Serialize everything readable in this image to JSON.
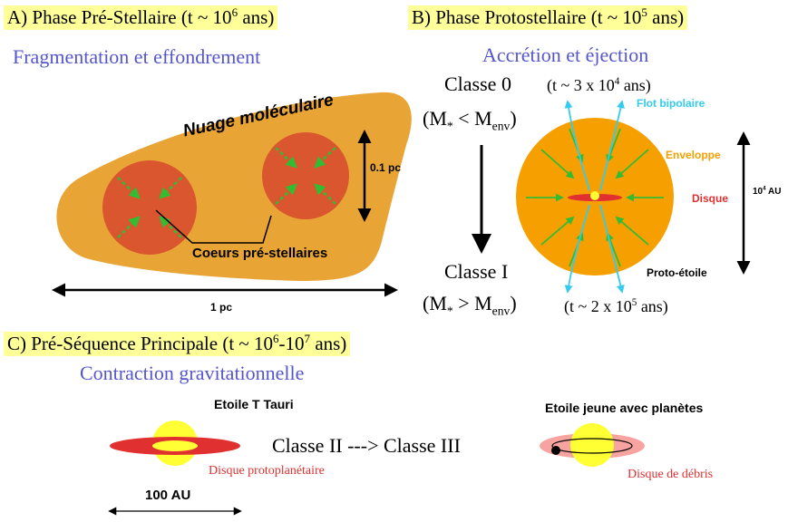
{
  "panel_a": {
    "title_pre": "A) Phase Pré-Stellaire (t  ~ 10",
    "title_exp": "6",
    "title_post": " ans)",
    "subtitle": "Fragmentation et effondrement",
    "cloud_label": "Nuage moléculaire",
    "cores_label": "Coeurs pré-stellaires",
    "scale_small": "0.1 pc",
    "scale_large": "1 pc"
  },
  "panel_b": {
    "title_pre": "B) Phase Protostellaire (t  ~ 10",
    "title_exp": "5",
    "title_post": " ans)",
    "subtitle": "Accrétion et éjection",
    "class0": "Classe 0",
    "class0_time_pre": "(t  ~ 3 x 10",
    "class0_time_exp": "4",
    "class0_time_post": " ans)",
    "class0_mass": "M",
    "class0_rel": " < M",
    "mass_star_sub": "*",
    "mass_env_sub": "env",
    "classI": "Classe I",
    "classI_rel": " > M",
    "classI_time_pre": "(t  ~ 2 x 10",
    "classI_time_exp": "5",
    "classI_time_post": " ans)",
    "label_flow": "Flot bipolaire",
    "label_envelope": "Enveloppe",
    "label_disk": "Disque",
    "label_protostar": "Proto-étoile",
    "label_size_base": "10",
    "label_size_exp": "4",
    "label_size_unit": " AU"
  },
  "panel_c": {
    "title_pre": "C) Pré-Séquence Principale (t ~ 10",
    "title_exp1": "6",
    "title_mid": "-10",
    "title_exp2": "7",
    "title_post": " ans)",
    "subtitle": "Contraction gravitationnelle",
    "star_left_label": "Etoile T Tauri",
    "star_right_label": "Etoile jeune avec planètes",
    "class_transition": "Classe II ---> Classe III",
    "disk_left_label": "Disque protoplanétaire",
    "disk_right_label": "Disque de débris",
    "scale_label": "100 AU"
  },
  "colors": {
    "title_bg": "#ffff99",
    "subtitle": "#5555cc",
    "cloud": "#e8a435",
    "core": "#d9562e",
    "arrow_green": "#33bb33",
    "envelope": "#f5a000",
    "disk_red": "#e03030",
    "flow_cyan": "#33ccee",
    "star_yellow": "#ffff33",
    "debris_pink": "#f7a3a0"
  }
}
